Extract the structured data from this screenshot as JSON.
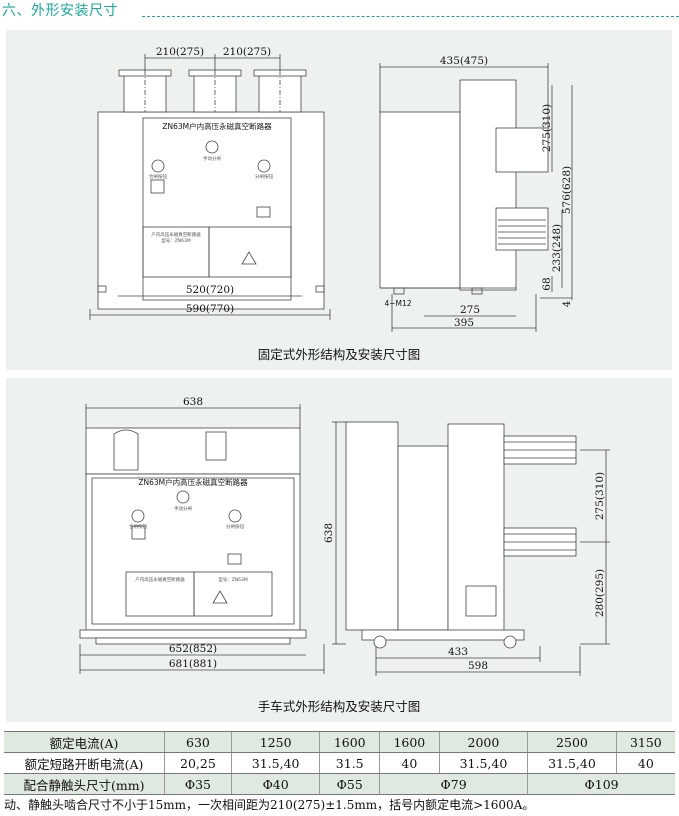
{
  "header": {
    "title": "六、外形安装尺寸"
  },
  "fixed": {
    "caption": "固定式外形结构及安装尺寸图",
    "front_title": "ZN63M户内高压永磁真空断路器",
    "manual_label": "手动分闸",
    "close_label": "合闸按钮",
    "open_label": "分闸按钮",
    "plate_title": "户内高压永磁真空断路器",
    "plate_model": "型号：ZN63M",
    "dims": {
      "pitch1": "210(275)",
      "pitch2": "210(275)",
      "inner_width": "520(720)",
      "outer_width": "590(770)",
      "depth": "435(475)",
      "h275": "275(310)",
      "h576": "576(628)",
      "h233": "233(248)",
      "h68": "68",
      "h4": "4",
      "bolt": "4−M12",
      "w275": "275",
      "w395": "395"
    }
  },
  "truck": {
    "caption": "手车式外形结构及安装尺寸图",
    "front_title": "ZN63M户内高压永磁真空断路器",
    "manual_label": "手动分闸",
    "close_label": "合闸按钮",
    "open_label": "分闸按钮",
    "plate_title": "户内高压永磁真空断路器",
    "plate_model": "型号：ZN63M",
    "dims": {
      "width_top": "638",
      "w652": "652(852)",
      "w681": "681(881)",
      "height": "638",
      "h275": "275(310)",
      "h280": "280(295)",
      "d433": "433",
      "d598": "598"
    }
  },
  "table": {
    "rows": [
      {
        "label": "额定电流(A)",
        "cells": [
          "630",
          "1250",
          "1600",
          "1600",
          "2000",
          "2500",
          "3150"
        ]
      },
      {
        "label": "额定短路开断电流(A)",
        "cells": [
          "20,25",
          "31.5,40",
          "31.5",
          "40",
          "31.5,40",
          "31.5,40",
          "40"
        ]
      },
      {
        "label": "配合静触头尺寸(mm)",
        "cells": [
          "Φ35",
          "Φ40",
          "Φ55",
          "Φ79",
          "Φ109"
        ]
      }
    ]
  },
  "note": "动、静触头啮合尺寸不小于15mm，一次相间距为210(275)±1.5mm，括号内额定电流>1600A。"
}
